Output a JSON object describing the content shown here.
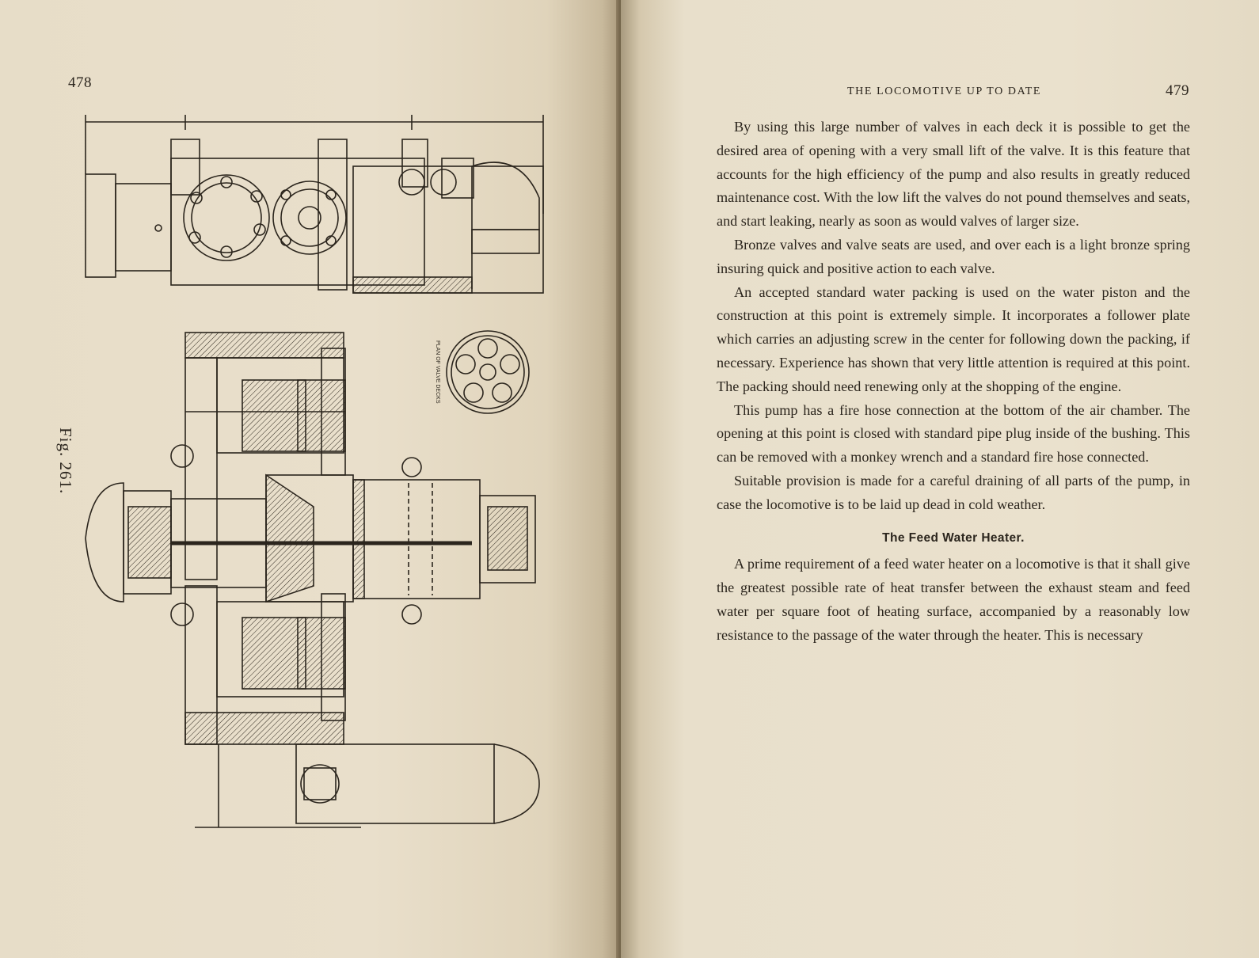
{
  "left_page": {
    "page_number": "478",
    "figure_caption": "Fig. 261.",
    "valve_plan_label": "PLAN OF VALVE DECKS"
  },
  "right_page": {
    "page_number": "479",
    "running_head": "THE LOCOMOTIVE UP TO DATE",
    "paragraphs": [
      "By using this large number of valves in each deck it is possible to get the desired area of opening with a very small lift of the valve. It is this feature that accounts for the high efficiency of the pump and also results in greatly reduced maintenance cost. With the low lift the valves do not pound themselves and seats, and start leaking, nearly as soon as would valves of larger size.",
      "Bronze valves and valve seats are used, and over each is a light bronze spring insuring quick and positive action to each valve.",
      "An accepted standard water packing is used on the water piston and the construction at this point is extremely simple. It incorporates a follower plate which carries an adjusting screw in the center for following down the packing, if necessary. Experience has shown that very little attention is required at this point. The packing should need renewing only at the shopping of the engine.",
      "This pump has a fire hose connection at the bottom of the air chamber. The opening at this point is closed with standard pipe plug inside of the bushing. This can be removed with a monkey wrench and a standard fire hose connected.",
      "Suitable provision is made for a careful draining of all parts of the pump, in case the locomotive is to be laid up dead in cold weather."
    ],
    "section_heading": "The Feed Water Heater.",
    "section_paragraph": "A prime requirement of a feed water heater on a locomotive is that it shall give the greatest possible rate of heat transfer between the exhaust steam and feed water per square foot of heating surface, accompanied by a reasonably low resistance to the passage of the water through the heater. This is necessary"
  }
}
